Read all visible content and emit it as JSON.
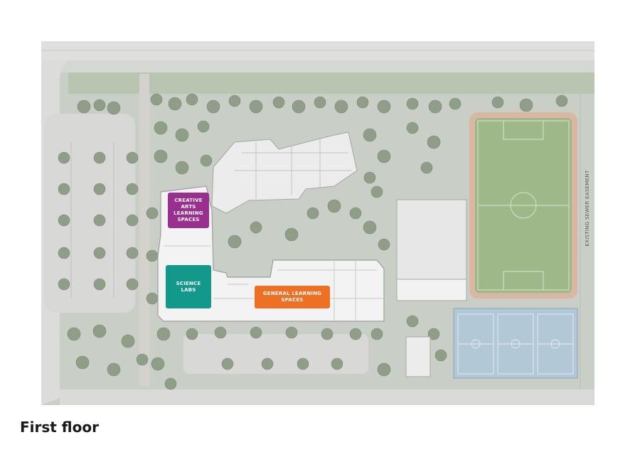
{
  "caption": "First floor",
  "labels": {
    "creative": "CREATIVE\nARTS\nLEARNING\nSPACES",
    "science": "SCIENCE\nLABS",
    "general": "GENERAL LEARNING\nSPACES",
    "easement": "EXISTING SEWER EASEMENT"
  },
  "colors": {
    "creative": "#9b2f8f",
    "science": "#12998c",
    "general": "#ee7024",
    "field": "#9fb889",
    "track": "#d8b8a2",
    "courts": "#b3c8d6",
    "ground": "#c9cfc6",
    "tree": "#8f9d89",
    "building": "#ececec"
  }
}
